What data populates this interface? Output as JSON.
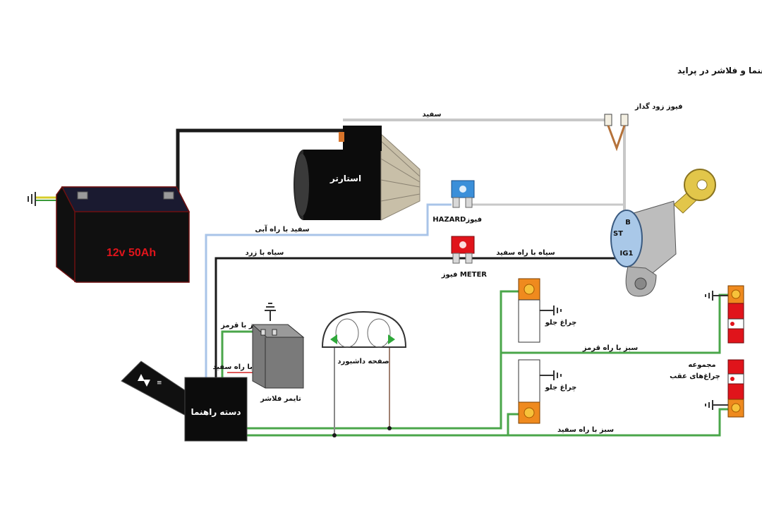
{
  "title": "مدار راهنما و فلاشر در پراید",
  "battery": {
    "label": "12v  50Ah"
  },
  "starter": {
    "label": "استارتر"
  },
  "fuses": {
    "hazard": "HAZARDفیوز",
    "meter": "فیوز METER",
    "nozzle": "فیوز زود گداز"
  },
  "ignition": {
    "b": "B",
    "st": "ST",
    "ig1": "IG1"
  },
  "wires": {
    "white": "سفید",
    "white_blue": "سفید با راه آبی",
    "black_yellow": "سیاه با زرد",
    "black_white": "سیاه با راه سفید",
    "green_red_top": "سبز با قرمز",
    "red_white": "قرمز با راه سفید",
    "green_red_right": "سبز با راه قرمز",
    "green_white": "سبز با راه سفید"
  },
  "components": {
    "flasher": "تایمر فلاشر",
    "switch": "دسته راهنما",
    "dashboard": "صفحه داشبورد",
    "front_lamp_top": "چراغ جلو",
    "front_lamp_bottom": "چراغ جلو",
    "rear_group_line1": "مجموعه",
    "rear_group_line2": "چراغ‌های عقب"
  },
  "colors": {
    "wire_black": "#1a1a1a",
    "wire_white": "#c8c8c8",
    "wire_blue": "#a9c4e8",
    "wire_green": "#4aa64a",
    "wire_red": "#e05a5a",
    "fuse_blue": "#3b8fd9",
    "fuse_red": "#e0141b",
    "lamp_orange": "#ef8a1e",
    "lamp_red": "#e0141b"
  }
}
